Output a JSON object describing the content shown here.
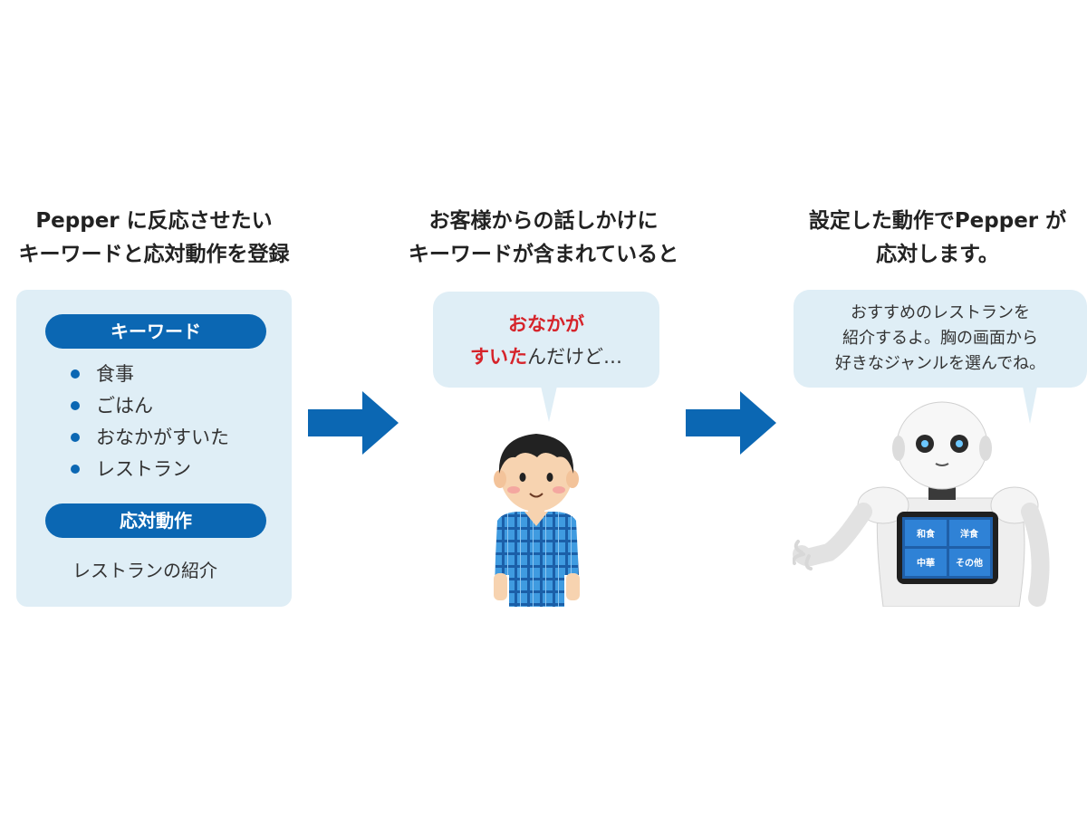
{
  "headings": {
    "step1": [
      "Pepper に反応させたい",
      "キーワードと応対動作を登録"
    ],
    "step2": [
      "お客様からの話しかけに",
      "キーワードが含まれていると"
    ],
    "step3": [
      "設定した動作でPepper が",
      "応対します。"
    ]
  },
  "panel": {
    "keyword_label": "キーワード",
    "keywords": [
      "食事",
      "ごはん",
      "おなかがすいた",
      "レストラン"
    ],
    "response_label": "応対動作",
    "response": "レストランの紹介"
  },
  "customer_bubble": {
    "line1_red": "おなかが",
    "line2_red": "すいた",
    "line2_rest": "んだけど…"
  },
  "pepper_bubble": {
    "lines": [
      "おすすめのレストランを",
      "紹介するよ。胸の画面から",
      "好きなジャンルを選んでね。"
    ]
  },
  "tablet": {
    "cells": [
      "和食",
      "洋食",
      "中華",
      "その他"
    ]
  },
  "colors": {
    "accent": "#0b67b3",
    "panel_bg": "#dfeef6",
    "highlight": "#d6242b"
  }
}
